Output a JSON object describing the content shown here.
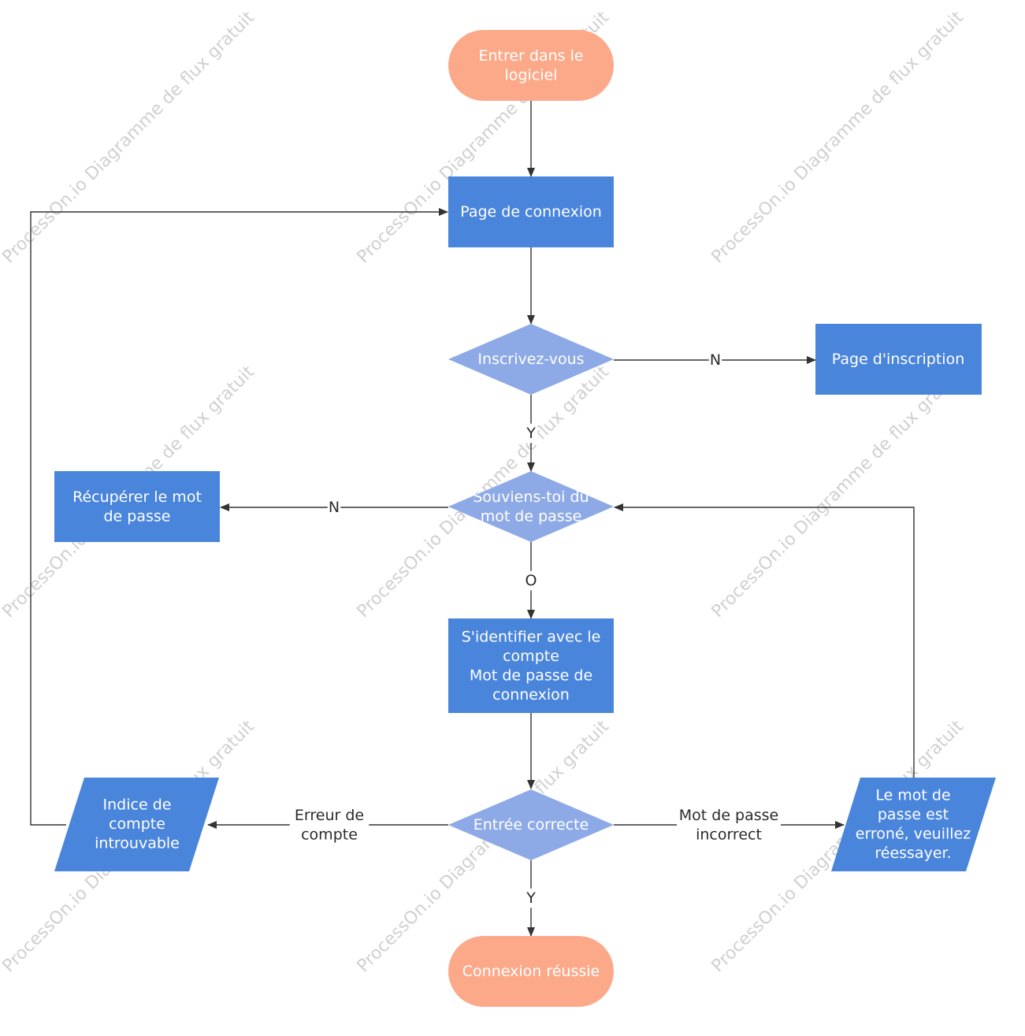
{
  "colors": {
    "terminal": "#fca98a",
    "process": "#4a85dc",
    "decision": "#8eaae6",
    "edge": "#333333",
    "watermark": "#d0d0d0"
  },
  "watermark": "ProcessOn.io Diagramme de flux gratuit",
  "nodes": {
    "start": {
      "lines": [
        "Entrer dans le",
        "logiciel"
      ]
    },
    "login_page": {
      "lines": [
        "Page de connexion"
      ]
    },
    "register_q": {
      "lines": [
        "Inscrivez-vous"
      ]
    },
    "register_page": {
      "lines": [
        "Page d'inscription"
      ]
    },
    "remember_q": {
      "lines": [
        "Souviens-toi du",
        "mot de passe"
      ]
    },
    "recover": {
      "lines": [
        "Récupérer le mot",
        "de passe"
      ]
    },
    "identify": {
      "lines": [
        "S'identifier avec le",
        "compte",
        "Mot de passe de",
        "connexion"
      ]
    },
    "correct_q": {
      "lines": [
        "Entrée correcte"
      ]
    },
    "account_missing": {
      "lines": [
        "Indice de",
        "compte",
        "introuvable"
      ]
    },
    "wrong_password": {
      "lines": [
        "Le mot de",
        "passe est",
        "erroné, veuillez",
        "réessayer."
      ]
    },
    "success": {
      "lines": [
        "Connexion réussie"
      ]
    }
  },
  "edge_labels": {
    "register_no": [
      "N"
    ],
    "register_yes": [
      "Y"
    ],
    "remember_no": [
      "N"
    ],
    "remember_yes": [
      "O"
    ],
    "account_error": [
      "Erreur de",
      "compte"
    ],
    "password_error": [
      "Mot de passe",
      "incorrect"
    ],
    "correct_yes": [
      "Y"
    ]
  }
}
